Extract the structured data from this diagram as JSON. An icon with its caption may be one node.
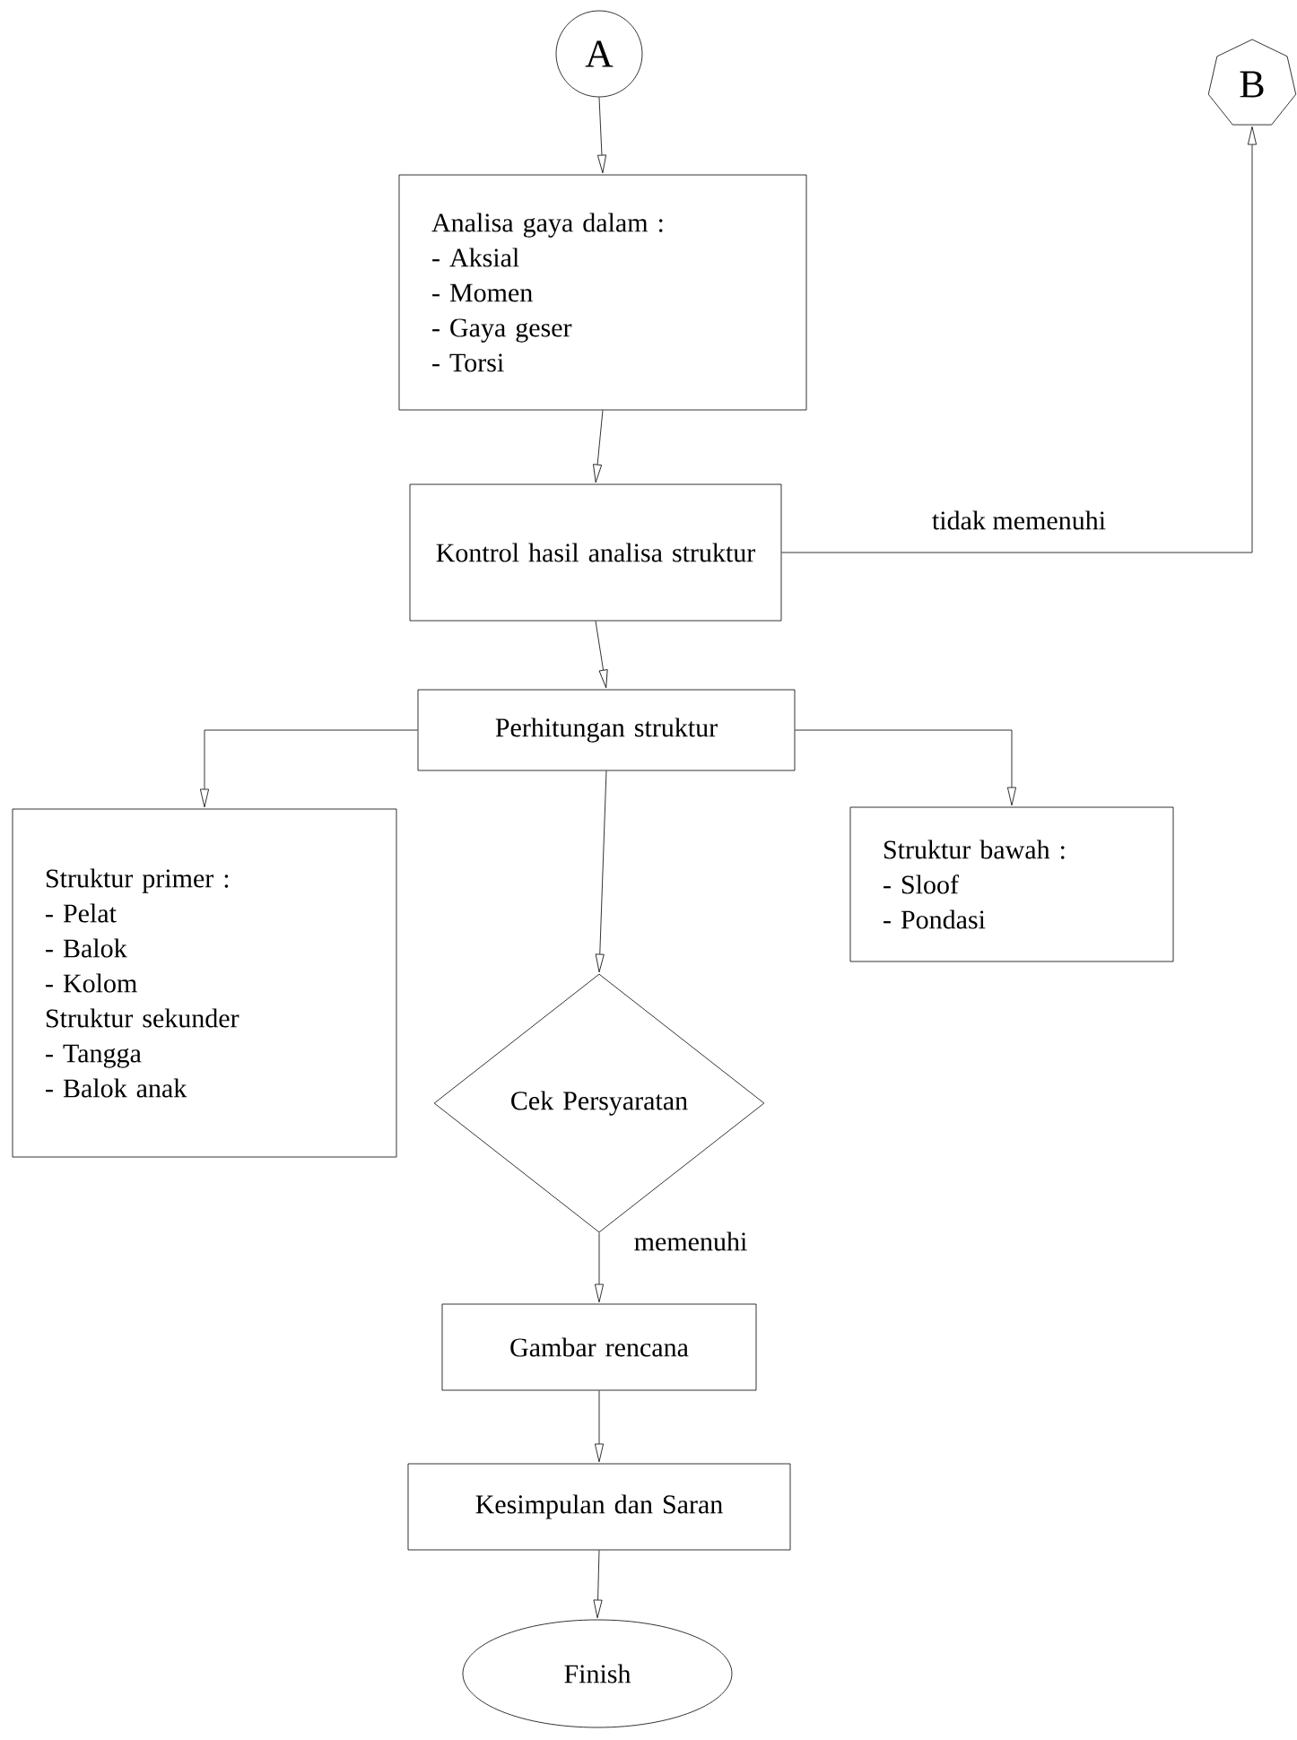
{
  "diagram": {
    "nodes": [
      {
        "text": [
          "A"
        ]
      },
      {
        "text": [
          "Analisa gaya dalam :",
          "- Aksial",
          "- Momen",
          "- Gaya geser",
          "- Torsi"
        ]
      },
      {
        "text": [
          "Kontrol hasil analisa struktur"
        ]
      },
      {
        "text": [
          "B"
        ]
      },
      {
        "text": [
          "Perhitungan struktur"
        ]
      },
      {
        "text": [
          "Struktur primer :",
          "- Pelat",
          "- Balok",
          "- Kolom",
          "Struktur sekunder",
          "- Tangga",
          "- Balok anak"
        ]
      },
      {
        "text": [
          "Struktur bawah :",
          "- Sloof",
          "- Pondasi"
        ]
      },
      {
        "text": [
          "Cek Persyaratan"
        ]
      },
      {
        "text": [
          "Gambar rencana"
        ]
      },
      {
        "text": [
          "Kesimpulan dan Saran"
        ]
      },
      {
        "text": [
          "Finish"
        ]
      }
    ],
    "edges": [
      {
        "from": 0,
        "to": 1,
        "arrow": "to"
      },
      {
        "from": 1,
        "to": 2,
        "arrow": "to"
      },
      {
        "from": 2,
        "to": 3,
        "arrow": "to",
        "label": "tidak memenuhi"
      },
      {
        "from": 2,
        "to": 4,
        "arrow": "to"
      },
      {
        "from": 4,
        "to": 5,
        "arrow": "to"
      },
      {
        "from": 4,
        "to": 6,
        "arrow": "to"
      },
      {
        "from": 4,
        "to": 7,
        "arrow": "to"
      },
      {
        "from": 7,
        "to": 8,
        "arrow": "to",
        "label": "memenuhi"
      },
      {
        "from": 8,
        "to": 9,
        "arrow": "to"
      },
      {
        "from": 9,
        "to": 10,
        "arrow": "to"
      }
    ]
  }
}
